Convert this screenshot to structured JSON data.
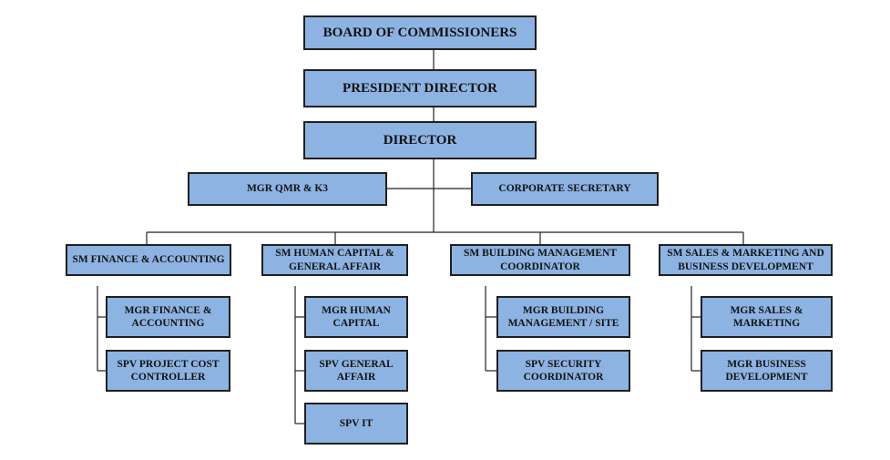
{
  "colors": {
    "box_fill": "#8db3e2",
    "box_border": "#1f1f1f",
    "connector": "#222222"
  },
  "org": {
    "board": "BOARD OF COMMISSIONERS",
    "president": "PRESIDENT DIRECTOR",
    "director": "DIRECTOR",
    "mgr_qmr": "MGR QMR & K3",
    "corp_secretary": "CORPORATE SECRETARY",
    "departments": [
      {
        "head": "SM  FINANCE & ACCOUNTING",
        "units": [
          "MGR  FINANCE &\nACCOUNTING",
          "SPV  PROJECT  COST\nCONTROLLER"
        ]
      },
      {
        "head": "SM  HUMAN CAPITAL &\nGENERAL AFFAIR",
        "units": [
          "MGR  HUMAN\nCAPITAL",
          "SPV GENERAL\nAFFAIR",
          "SPV  IT"
        ]
      },
      {
        "head": "SM BUILDING MANAGEMENT\nCOORDINATOR",
        "units": [
          "MGR  BUILDING\nMANAGEMENT / SITE",
          "SPV  SECURITY\nCOORDINATOR"
        ]
      },
      {
        "head": "SM SALES & MARKETING AND\nBUSINESS DEVELOPMENT",
        "units": [
          "MGR SALES &\nMARKETING",
          "MGR  BUSINESS\nDEVELOPMENT"
        ]
      }
    ]
  }
}
